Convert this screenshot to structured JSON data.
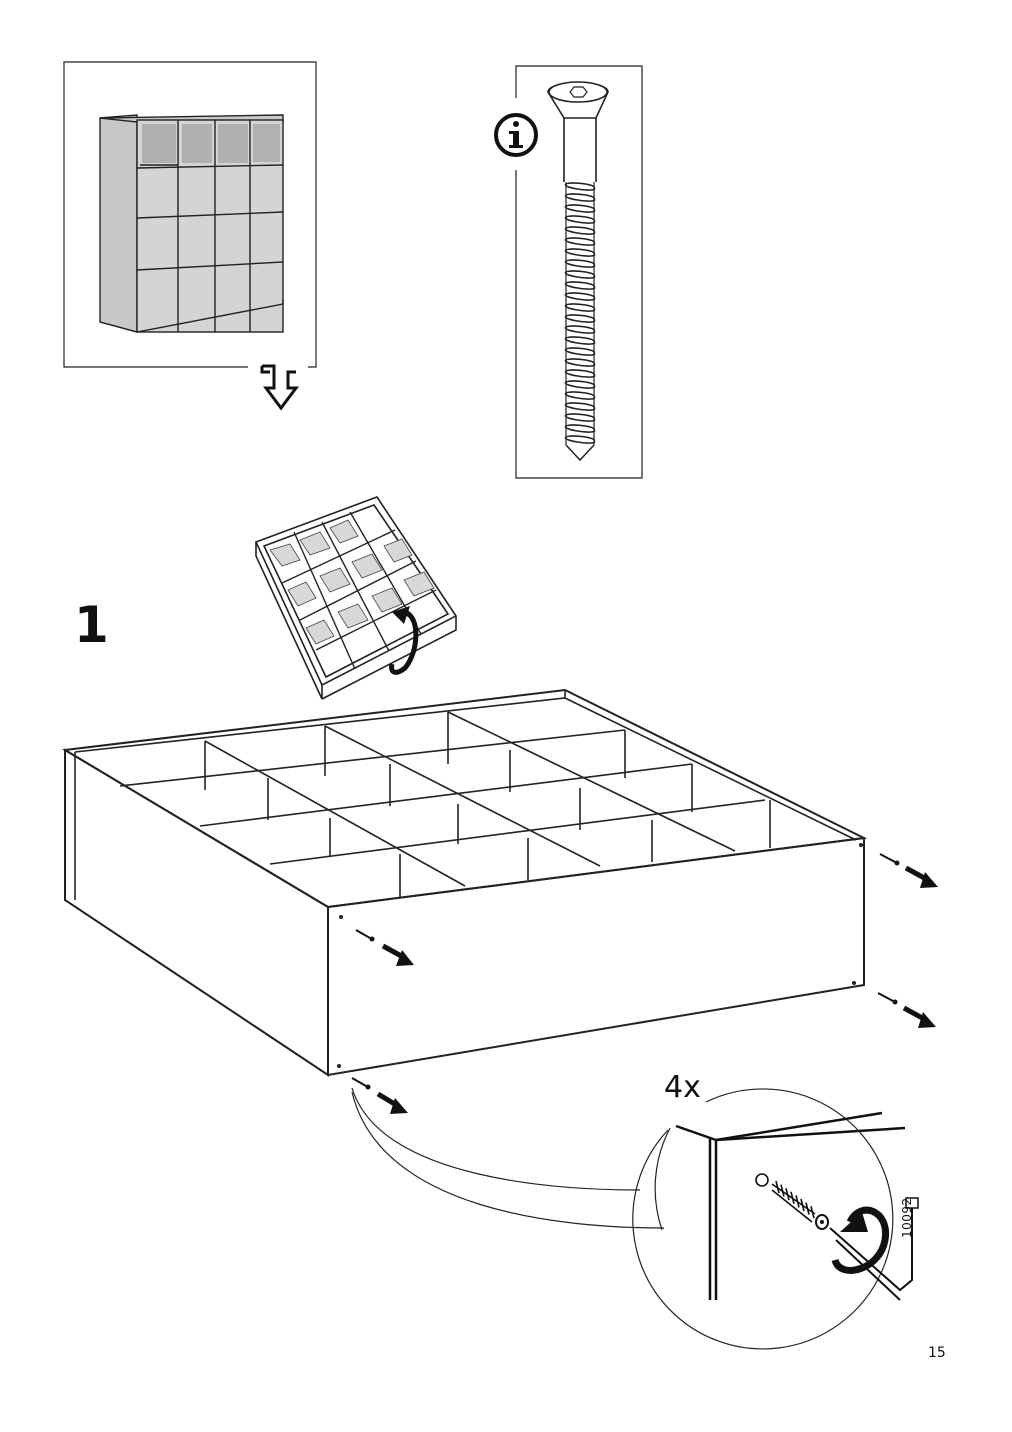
{
  "step": {
    "number": "1"
  },
  "detail": {
    "quantity": "4x"
  },
  "footer": {
    "article_code": "10092",
    "page_number": "15"
  },
  "icons": {
    "info": "info-icon",
    "flip_down": "hollow-down-arrow-icon",
    "rotate": "rotate-arrow-icon"
  }
}
